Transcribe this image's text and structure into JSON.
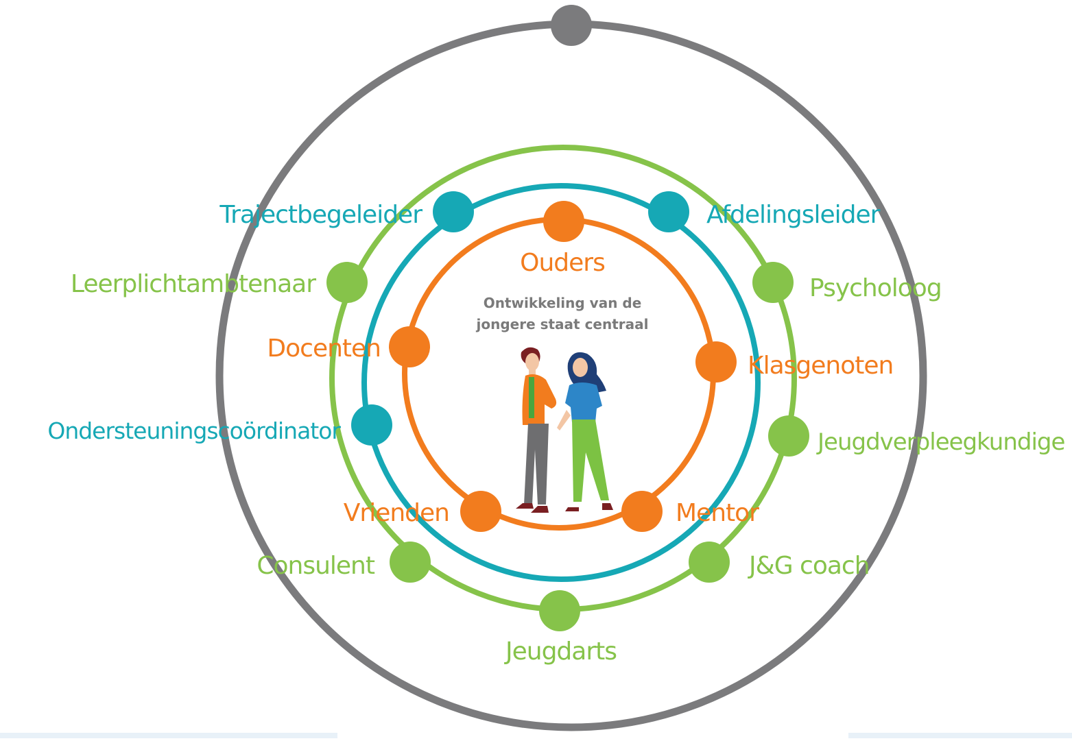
{
  "colors": {
    "outer": "#7b7b7d",
    "green": "#86c34a",
    "teal": "#16a8b5",
    "orange": "#f27c1e",
    "center_text": "#7a7a7a"
  },
  "center": {
    "line1": "Ontwikkeling van de",
    "line2": "jongere staat centraal",
    "illustration": "two-young-people-icon"
  },
  "rings": {
    "orange": [
      "Ouders",
      "Docenten",
      "Klasgenoten",
      "Vrienden",
      "Mentor"
    ],
    "teal": [
      "Trajectbegeleider",
      "Afdelingsleider",
      "Ondersteuningscoördinator"
    ],
    "green": [
      "Leerplichtambtenaar",
      "Psycholoog",
      "Jeugdverpleegkundige",
      "Consulent",
      "J&G coach",
      "Jeugdarts"
    ]
  }
}
